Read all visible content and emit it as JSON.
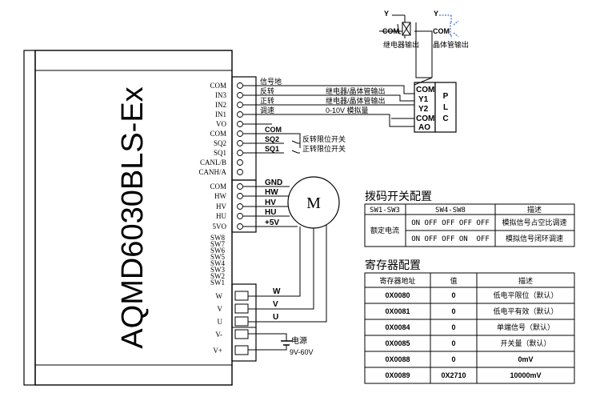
{
  "driver": {
    "model": "AQMD6030BLS-Ex",
    "terminals_top": [
      "COM",
      "IN3",
      "IN2",
      "IN1",
      "VO",
      "COM",
      "SQ2",
      "SQ1",
      "CANL/B",
      "CANH/A"
    ],
    "terminals_mid": [
      "COM",
      "HW",
      "HV",
      "HU",
      "5VO"
    ],
    "dip_labels": [
      "SW8",
      "SW7",
      "SW6",
      "SW5",
      "SW4",
      "SW3",
      "SW2",
      "SW1"
    ],
    "terminals_power": [
      "W",
      "V",
      "U",
      "V-",
      "V+"
    ]
  },
  "signals": {
    "signal_ground": "信号地",
    "reverse": "反转",
    "forward": "正转",
    "speed": "调速",
    "relay_out_1": "继电器/晶体管输出",
    "relay_out_2": "继电器/晶体管输出",
    "analog": "0-10V 模拟量",
    "com": "COM",
    "sq2": "SQ2",
    "sq1": "SQ1",
    "rev_limit": "反转限位开关",
    "fwd_limit": "正转限位开关"
  },
  "motor": {
    "label": "M",
    "gnd": "GND",
    "hw": "HW",
    "hv": "HV",
    "hu": "HU",
    "p5v": "+5V",
    "w": "W",
    "v": "V",
    "u": "U"
  },
  "power": {
    "label": "电源",
    "range": "9V-60V"
  },
  "plc": {
    "terminals": [
      "COM",
      "Y1",
      "Y2",
      "COM",
      "AO"
    ],
    "letters": [
      "P",
      "L",
      "C"
    ]
  },
  "outputs": {
    "y": "Y",
    "com": "COM",
    "relay_label": "继电器输出",
    "transistor_label": "晶体管输出"
  },
  "dip_table": {
    "title": "拨码开关配置",
    "headers": [
      "SW1-SW3",
      "SW4-SW8",
      "描述"
    ],
    "group": "额定电流",
    "rows": [
      {
        "switches": "ON OFF OFF OFF OFF",
        "desc": "模拟信号占空比调速"
      },
      {
        "switches": "ON OFF OFF ON  OFF",
        "desc": "模拟信号闭环调速"
      }
    ]
  },
  "reg_table": {
    "title": "寄存器配置",
    "headers": [
      "寄存器地址",
      "值",
      "描述"
    ],
    "rows": [
      {
        "addr": "0X0080",
        "val": "0",
        "desc": "低电平限位（默认）"
      },
      {
        "addr": "0X0081",
        "val": "0",
        "desc": "低电平有效（默认）"
      },
      {
        "addr": "0X0084",
        "val": "0",
        "desc": "单端信号（默认）"
      },
      {
        "addr": "0X0085",
        "val": "0",
        "desc": "开关量（默认）"
      },
      {
        "addr": "0X0088",
        "val": "0",
        "desc": "0mV"
      },
      {
        "addr": "0X0089",
        "val": "0X2710",
        "desc": "10000mV"
      }
    ]
  }
}
